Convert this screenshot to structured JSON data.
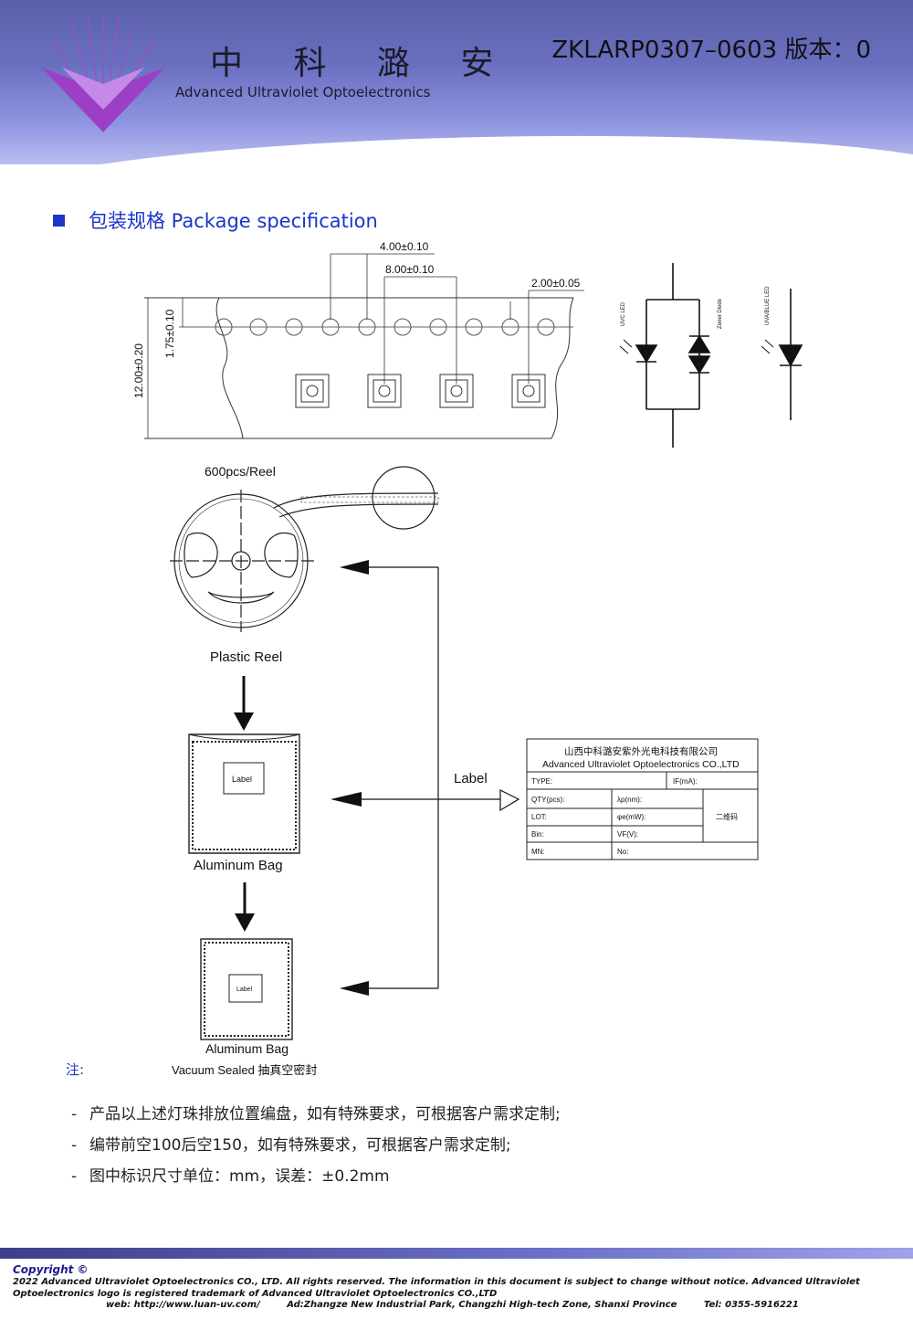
{
  "header": {
    "company_cn": "中 科 潞 安",
    "company_en": "Advanced Ultraviolet Optoelectronics",
    "doc_code": "ZKLARP0307–0603 版本：0",
    "colors": {
      "band_top": "#5a5fa8",
      "band_bottom": "#b9bdf0",
      "logo": "#9b3fc6"
    }
  },
  "section": {
    "title": "包装规格 Package specification"
  },
  "tape": {
    "dim_pitch_holes": "4.00±0.10",
    "dim_pitch_parts": "8.00±0.10",
    "dim_hole_to_pocket": "2.00±0.05",
    "dim_hole_edge": "1.75±0.10",
    "dim_width": "12.00±0.20"
  },
  "circuit": {
    "uvc_led": "UVC LED",
    "zener": "Zener Diode",
    "uva_led": "UVA/BLUE LED"
  },
  "flow": {
    "reel_qty": "600pcs/Reel",
    "reel_name": "Plastic Reel",
    "bag1_label": "Label",
    "bag1_name": "Aluminum Bag",
    "bag2_label": "Label",
    "bag2_name": "Aluminum Bag",
    "bag2_desc": "Vacuum Sealed 抽真空密封",
    "label_arrow": "Label"
  },
  "label_card": {
    "company_cn": "山西中科潞安紫外光电科技有限公司",
    "company_en": "Advanced Ultraviolet Optoelectronics CO.,LTD",
    "type": "TYPE:",
    "if": "IF(mA):",
    "qty": "QTY(pcs):",
    "lambda": "λp(nm):",
    "lot": "LOT:",
    "power": "φe(mW):",
    "bin": "Bin:",
    "vf": "VF(V):",
    "mn": "MN:",
    "no": "No:",
    "qr": "二维码"
  },
  "notes": {
    "label": "注:",
    "items": [
      "产品以上述灯珠排放位置编盘，如有特殊要求，可根据客户需求定制;",
      "编带前空100后空150，如有特殊要求，可根据客户需求定制;",
      "图中标识尺寸单位：mm，误差：±0.2mm"
    ]
  },
  "footer": {
    "copyright": "Copyright ©",
    "legal_1": "2022 Advanced Ultraviolet Optoelectronics CO., LTD. All rights reserved. The information in this document is subject to change without notice. Advanced Ultraviolet",
    "legal_2": "Optoelectronics logo is registered trademark of Advanced Ultraviolet Optoelectronics CO.,LTD",
    "web": "web: http://www.luan-uv.com/",
    "address": "Ad:Zhangze New Industrial Park, Changzhi High-tech Zone, Shanxi Province",
    "tel": "Tel:  0355-5916221"
  }
}
